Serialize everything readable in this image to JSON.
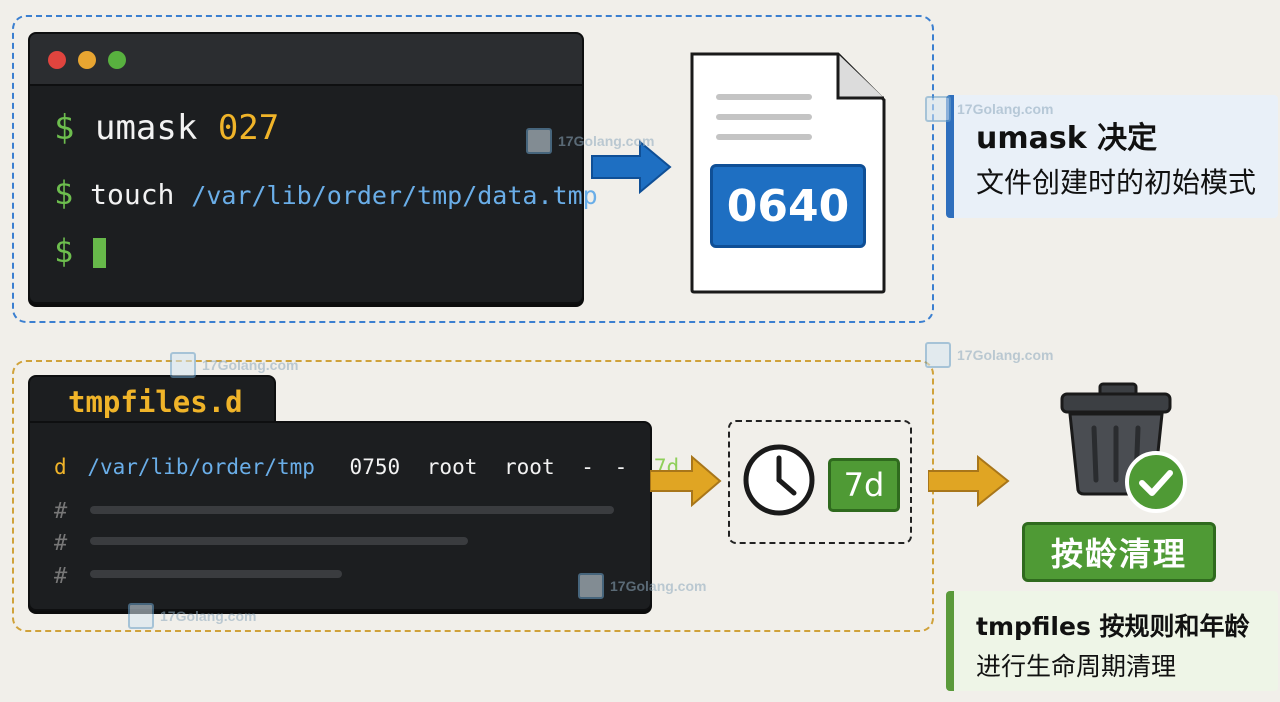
{
  "umask_section": {
    "terminal": {
      "line1": {
        "prompt": "$",
        "cmd": "umask",
        "value": "027"
      },
      "line2": {
        "prompt": "$",
        "cmd": "touch",
        "path": "/var/lib/order/tmp/data.tmp"
      },
      "line3": {
        "prompt": "$"
      }
    },
    "file_mode": "0640",
    "callout": {
      "line1": "umask 决定",
      "line2": "文件创建时的初始模式"
    }
  },
  "tmpfiles_section": {
    "tab_label": "tmpfiles.d",
    "config_line": {
      "type": "d",
      "path": "/var/lib/order/tmp",
      "mode": "0750",
      "user": "root",
      "group": "root",
      "dash1": "-",
      "dash2": "-",
      "age": "7d"
    },
    "comment_prefix": "#",
    "age_badge": "7d",
    "cleanup_label": "按龄清理",
    "callout": {
      "line1": "tmpfiles 按规则和年龄",
      "line2": "进行生命周期清理"
    }
  },
  "watermark": "17Golang.com",
  "colors": {
    "blue_accent": "#2f6fbd",
    "gold_accent": "#d0a23a",
    "green_accent": "#4f9a35",
    "terminal_bg": "#1c1e20"
  },
  "icons": [
    "file-icon",
    "right-arrow-icon",
    "clock-icon",
    "trash-can-icon",
    "checkmark-icon"
  ]
}
